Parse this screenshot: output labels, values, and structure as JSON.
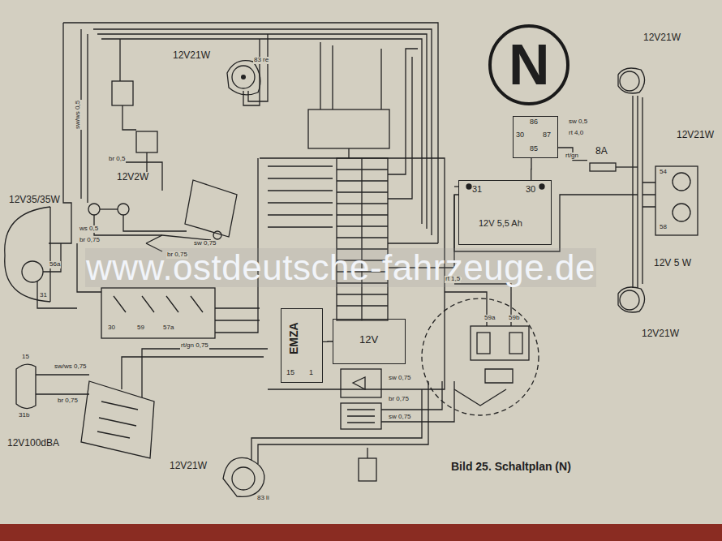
{
  "diagram": {
    "caption": "Bild 25. Schaltplan (N)",
    "nodes": [
      {
        "text": [
          "N"
        ]
      },
      {
        "text": [
          "31",
          "30",
          "12V 5,5 Ah"
        ]
      },
      {
        "text": [
          "86",
          "30",
          "87",
          "85"
        ]
      },
      {
        "text": [
          "8A"
        ]
      },
      {
        "text": [
          "EMZA",
          "15",
          "1"
        ]
      },
      {
        "text": [
          "12V"
        ]
      }
    ],
    "edges": [
      {
        "from": 1,
        "to": 2,
        "arrow": "none"
      },
      {
        "from": 2,
        "to": 3,
        "arrow": "none"
      },
      {
        "from": 4,
        "to": 5,
        "arrow": "none"
      }
    ],
    "labels": [
      "12V21W",
      "83 re",
      "12V21W",
      "12V21W",
      "12V 5 W",
      "12V21W",
      "12V21W",
      "83 li",
      "12V35/35W",
      "12V2W",
      "12V100dBA",
      "www.ostdeutsche-fahrzeuge.de",
      "sw/ws 0,5",
      "br 0,5",
      "ws 0,5",
      "br 0,75",
      "br 0,75",
      "sw 0,75",
      "56a",
      "31",
      "sw/ws 0,75",
      "br 0,75",
      "15",
      "31b",
      "30",
      "59",
      "57a",
      "rt/gn 0,75",
      "rt 4,0",
      "rt/gn",
      "sw 0,5",
      "sw 0,75",
      "br 0,75",
      "sw 0,75",
      "54",
      "58",
      "59a",
      "59b",
      "rt 1,5"
    ]
  }
}
